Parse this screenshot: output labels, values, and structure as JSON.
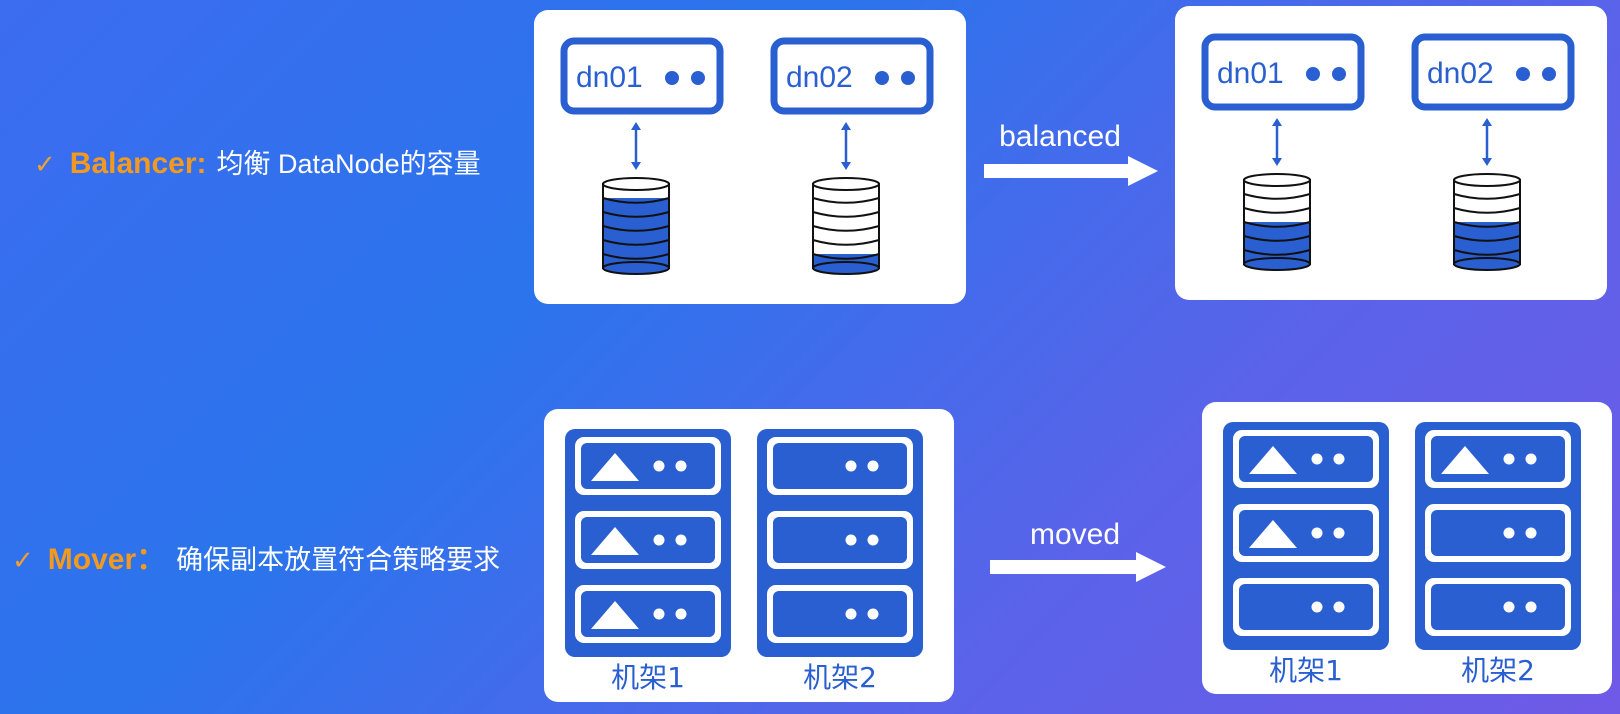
{
  "balancer": {
    "check": "✓",
    "name": "Balancer:",
    "description": "均衡 DataNode的容量",
    "node_a": "dn01",
    "node_b": "dn02",
    "arrow_label": "balanced",
    "before_fill": {
      "dn01": 5,
      "dn02": 1
    },
    "after_fill": {
      "dn01": 3,
      "dn02": 3
    },
    "disk_slots": 6
  },
  "mover": {
    "check": "✓",
    "name": "Mover：",
    "description": "确保副本放置符合策略要求",
    "rack_a": "机架1",
    "rack_b": "机架2",
    "arrow_label": "moved",
    "before_replicas": {
      "rack1": [
        true,
        true,
        true
      ],
      "rack2": [
        false,
        false,
        false
      ]
    },
    "after_replicas": {
      "rack1": [
        true,
        true,
        false
      ],
      "rack2": [
        true,
        false,
        false
      ]
    }
  },
  "colors": {
    "blue": "#2a5fd1",
    "orange": "#f29a1f",
    "white": "#ffffff"
  }
}
